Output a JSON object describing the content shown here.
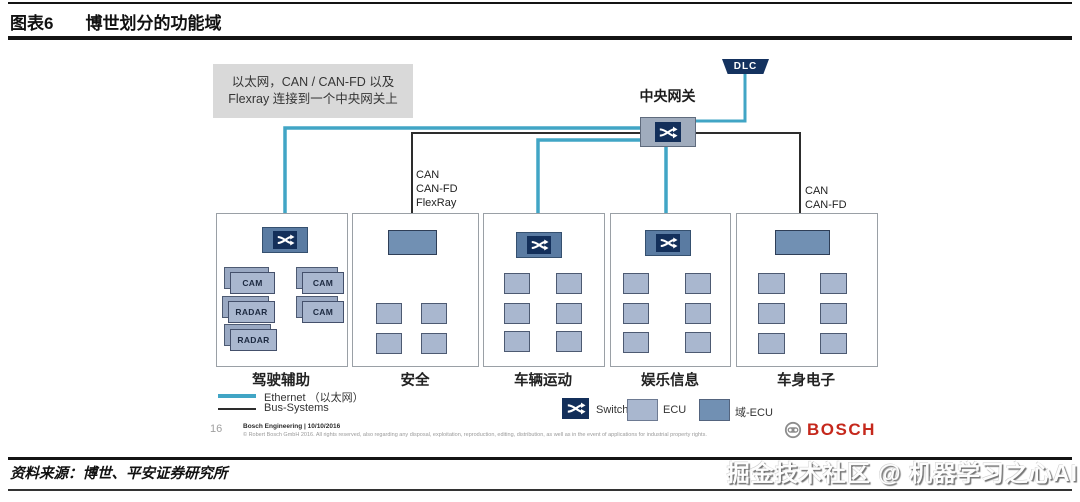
{
  "header": {
    "figure_label": "图表6",
    "title": "博世划分的功能域"
  },
  "note": {
    "line1": "以太网，CAN / CAN-FD 以及",
    "line2": "Flexray 连接到一个中央网关上"
  },
  "gateway": {
    "label": "中央网关",
    "dlc_label": "DLC"
  },
  "bus_labels": {
    "left": {
      "l1": "CAN",
      "l2": "CAN-FD",
      "l3": "FlexRay"
    },
    "right": {
      "l1": "CAN",
      "l2": "CAN-FD"
    }
  },
  "domains": {
    "driving_assist": {
      "name": "驾驶辅助",
      "devices": {
        "cam_left": "CAM",
        "radar_left": "RADAR",
        "radar_bottom": "RADAR",
        "cam_right_top": "CAM",
        "cam_right_bottom": "CAM"
      }
    },
    "safety": {
      "name": "安全"
    },
    "vehicle_motion": {
      "name": "车辆运动"
    },
    "infotainment": {
      "name": "娱乐信息"
    },
    "body_electronics": {
      "name": "车身电子"
    }
  },
  "legend": {
    "ethernet": "Ethernet （以太网）",
    "bus_systems": "Bus-Systems",
    "switch": "Switch",
    "ecu": "ECU",
    "domain_ecu": "域-ECU"
  },
  "figure_footer": {
    "page_number": "16",
    "credit": "Bosch Engineering | 10/10/2016",
    "copyright": "© Robert Bosch GmbH 2016. All rights reserved, also regarding any disposal, exploitation, reproduction, editing, distribution, as well as in the event of applications for industrial property rights.",
    "brand": "BOSCH"
  },
  "source_line": "资料来源：博世、平安证券研究所",
  "watermark": "掘金技术社区 @ 机器学习之心AI",
  "colors": {
    "ethernet": "#41a5c5",
    "bus": "#2d2d2d",
    "switch_navy": "#132f5a",
    "ecu_fill": "#a9b7cf",
    "domain_ecu_fill": "#7190b3",
    "bosch_red": "#c5281c"
  }
}
